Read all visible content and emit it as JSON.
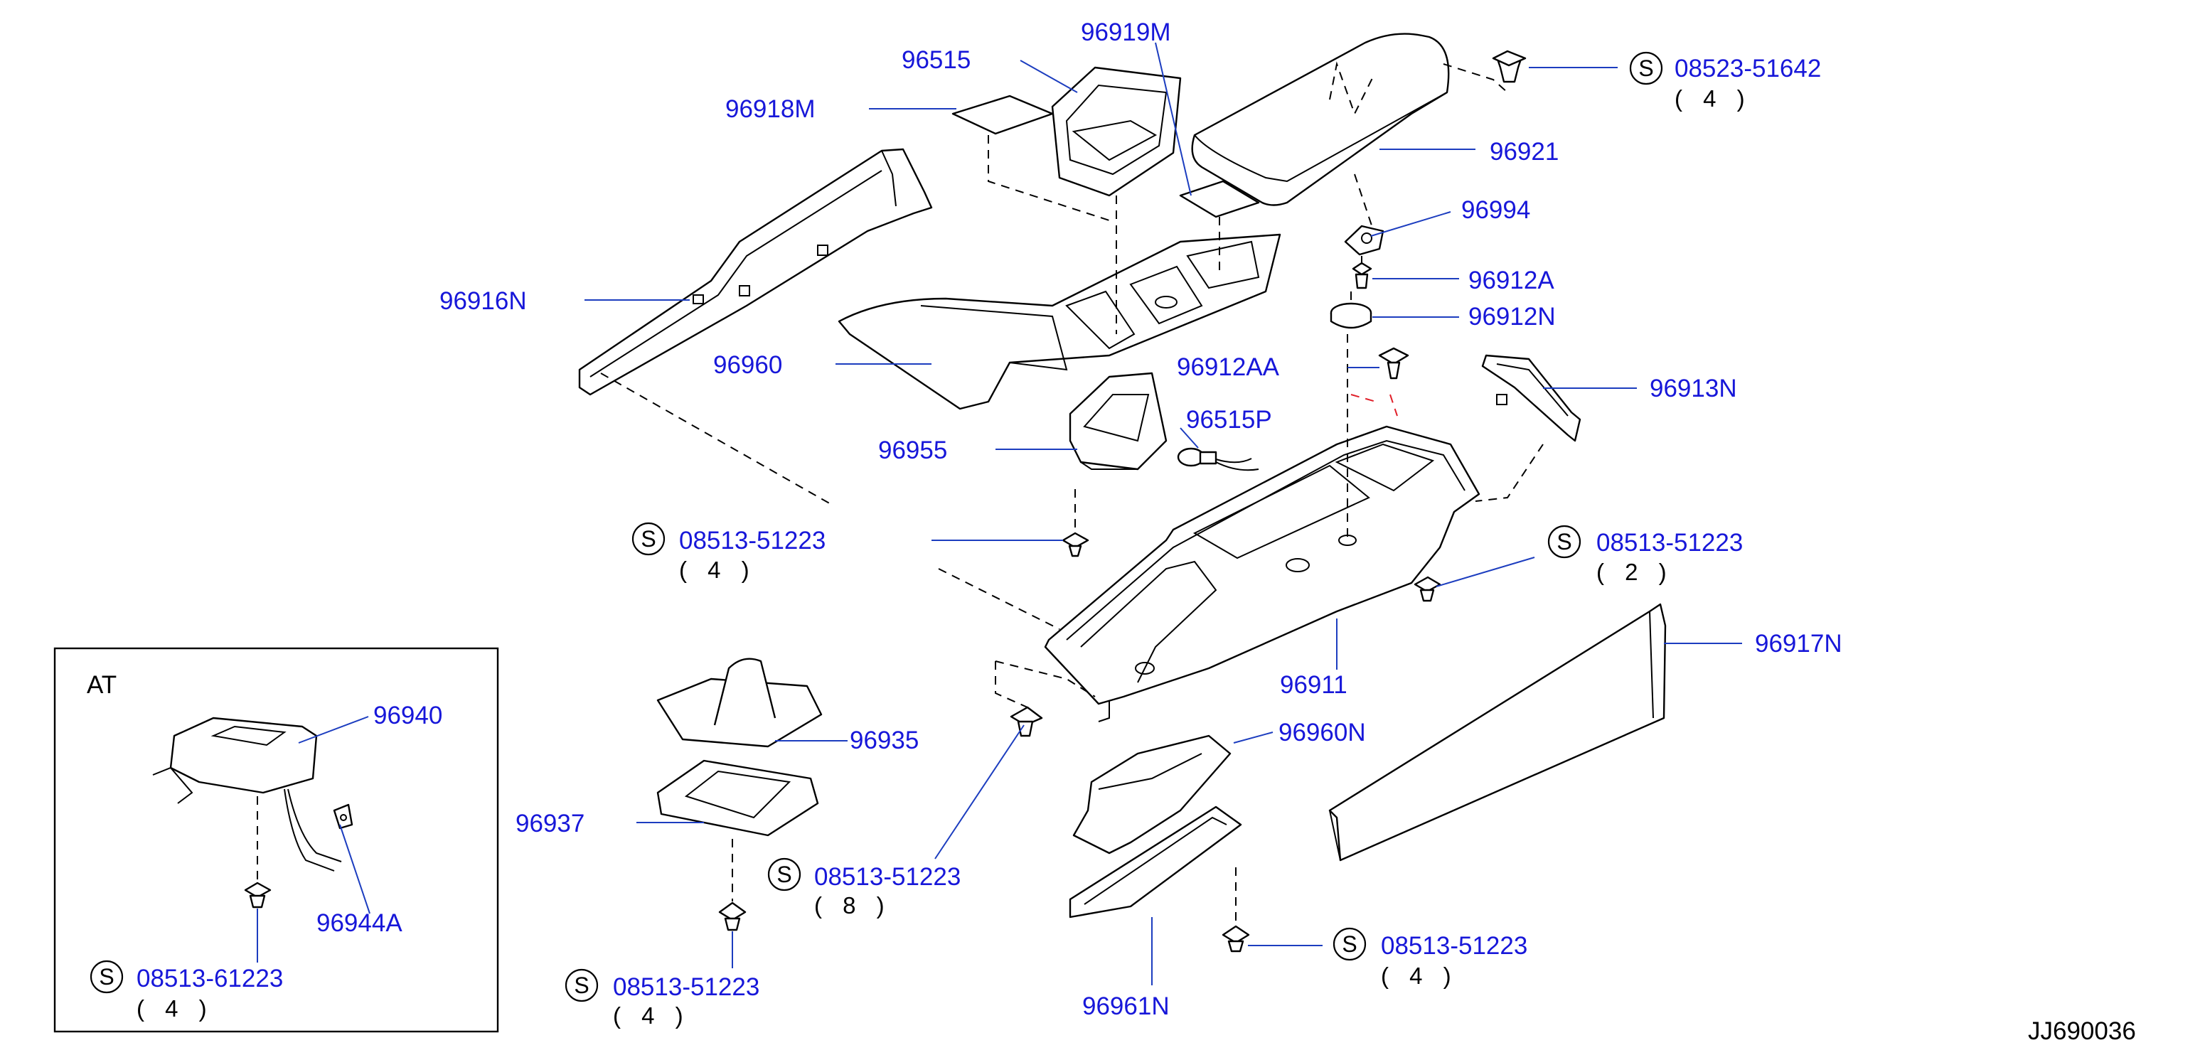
{
  "diagram_id": "JJ690036",
  "callouts": {
    "p96515": "96515",
    "p96919m": "96919M",
    "p96918m": "96918M",
    "p96921": "96921",
    "p96994": "96994",
    "p96912a": "96912A",
    "p96912n": "96912N",
    "p96916n": "96916N",
    "p96960": "96960",
    "p96912aa": "96912AA",
    "p96913n": "96913N",
    "p96515p": "96515P",
    "p96955": "96955",
    "p96911": "96911",
    "p96917n": "96917N",
    "p96960n": "96960N",
    "p96935": "96935",
    "p96937": "96937",
    "p96961n": "96961N",
    "p96940": "96940",
    "p96944a": "96944A"
  },
  "fasteners": {
    "s_top": {
      "symbol": "S",
      "number": "08523-51642",
      "qty": "( 4 )"
    },
    "s_left": {
      "symbol": "S",
      "number": "08513-51223",
      "qty": "( 4 )"
    },
    "s_right": {
      "symbol": "S",
      "number": "08513-51223",
      "qty": "( 2 )"
    },
    "s_mid": {
      "symbol": "S",
      "number": "08513-51223",
      "qty": "( 8 )"
    },
    "s_bottom_right": {
      "symbol": "S",
      "number": "08513-51223",
      "qty": "( 4 )"
    },
    "s_bottom_left": {
      "symbol": "S",
      "number": "08513-51223",
      "qty": "( 4 )"
    },
    "s_at": {
      "symbol": "S",
      "number": "08513-61223",
      "qty": "( 4 )"
    }
  },
  "inset": {
    "title": "AT"
  },
  "colors": {
    "label": "#1717d9",
    "leader": "#1c3dbf",
    "line": "#000000",
    "highlight_dash": "#e0202a"
  }
}
